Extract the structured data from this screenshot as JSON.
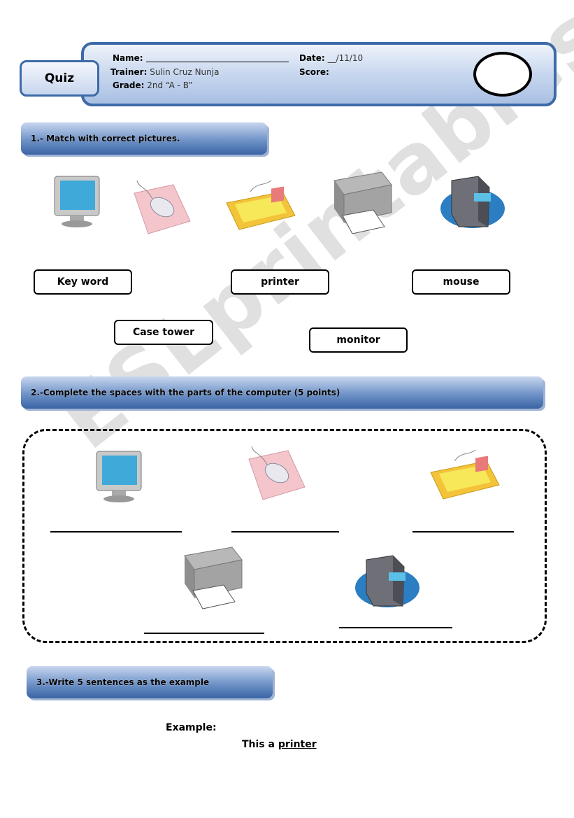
{
  "header": {
    "quiz_label": "Quiz",
    "name_label": "Name:",
    "date_label": "Date:",
    "date_value": "__/11/10",
    "trainer_label": "Trainer:",
    "trainer_value": "Sulin Cruz Nunja",
    "score_label": "Score:",
    "grade_label": "Grade:",
    "grade_value": "2nd “A - B”"
  },
  "section1": {
    "title": "1.- Match with correct pictures.",
    "pictures": [
      "monitor-icon",
      "mouse-icon",
      "keyboard-icon",
      "printer-icon",
      "case-tower-icon"
    ],
    "words": [
      "Key   word",
      "printer",
      "mouse",
      "Case tower",
      "monitor"
    ]
  },
  "section2": {
    "title": "2.-Complete the spaces with the parts of the computer (5 points)"
  },
  "section3": {
    "title": "3.-Write 5 sentences as the example",
    "example_label": "Example:",
    "example_prefix": "This a",
    "example_word": "printer"
  },
  "watermark": "ESLprintables.com",
  "colors": {
    "banner_blue": "#3d6aa8",
    "banner_light": "#c8d7ee"
  }
}
